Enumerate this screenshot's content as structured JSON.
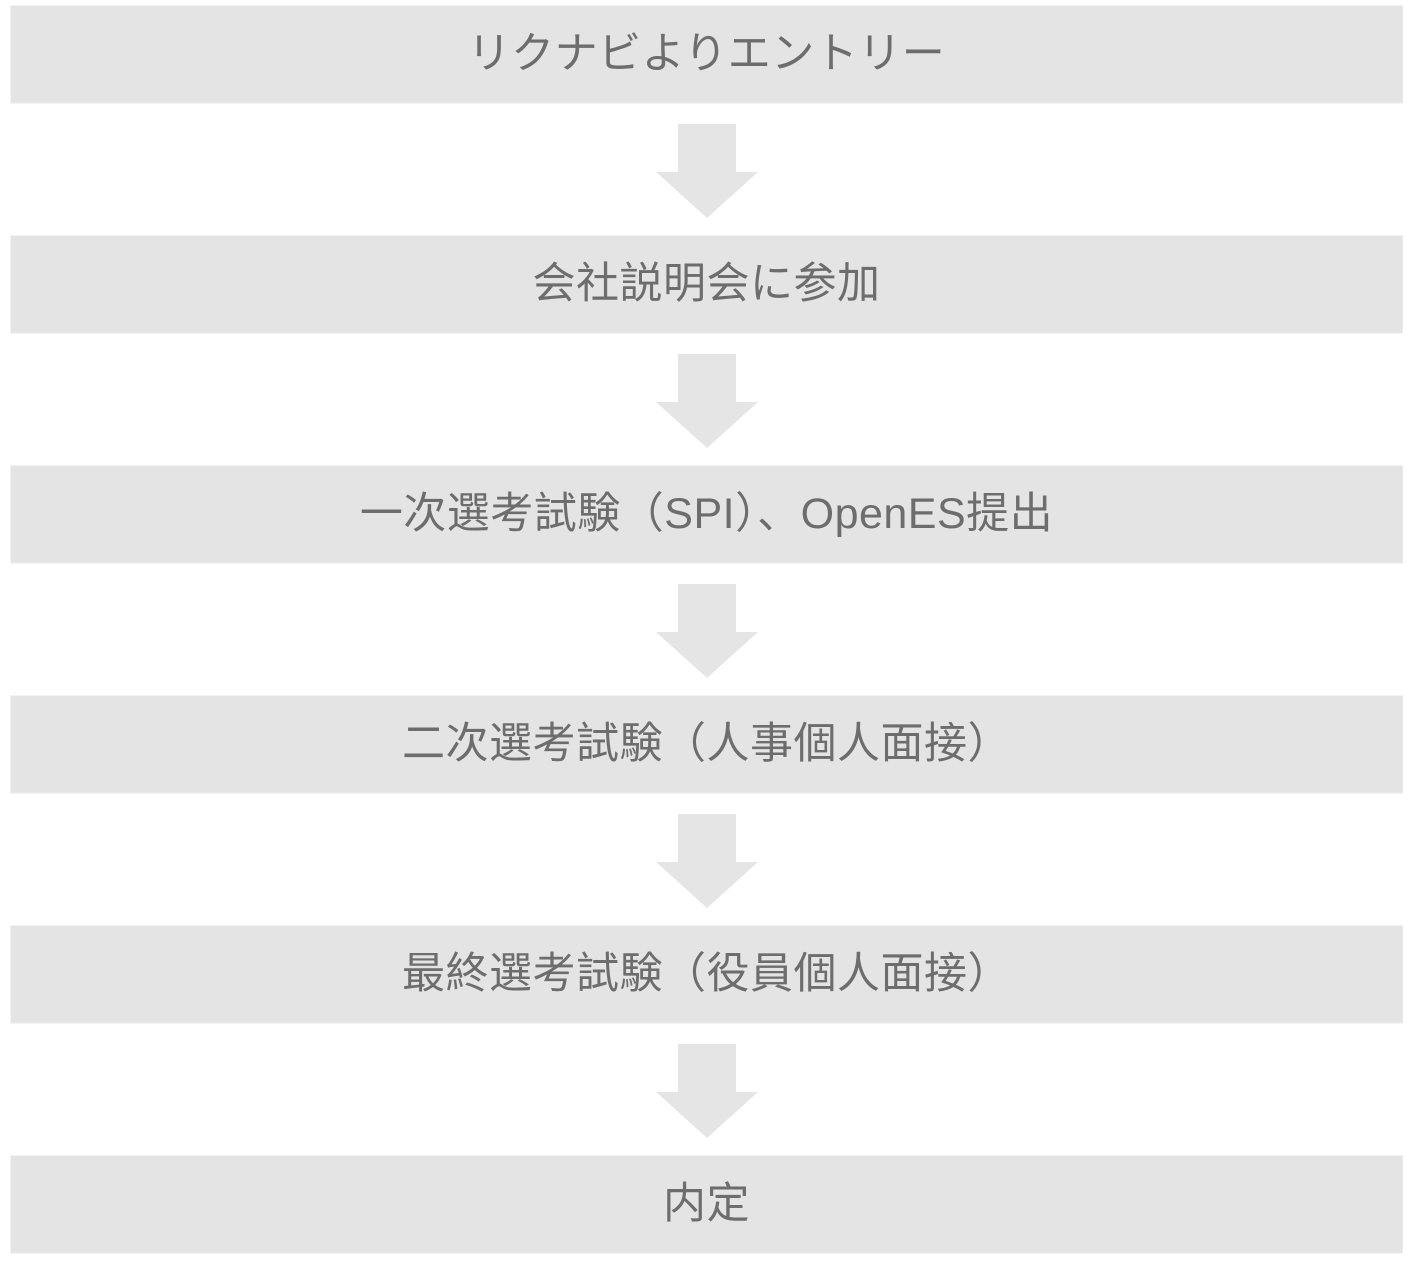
{
  "diagram": {
    "type": "vertical-flowchart",
    "title": "",
    "box_fill_color": "#e4e4e4",
    "arrow_fill_color": "#e5e5e5",
    "text_color": "#6d6d6d",
    "background_color": "#ffffff",
    "steps": [
      {
        "index": 1,
        "label": "リクナビよりエントリー"
      },
      {
        "index": 2,
        "label": "会社説明会に参加"
      },
      {
        "index": 3,
        "label": "一次選考試験（SPI）、OpenES提出"
      },
      {
        "index": 4,
        "label": "二次選考試験（人事個人面接）"
      },
      {
        "index": 5,
        "label": "最終選考試験（役員個人面接）"
      },
      {
        "index": 6,
        "label": "内定"
      }
    ],
    "connectors": [
      {
        "index": 1,
        "icon": "arrow-down-icon",
        "from": 1,
        "to": 2
      },
      {
        "index": 2,
        "icon": "arrow-down-icon",
        "from": 2,
        "to": 3
      },
      {
        "index": 3,
        "icon": "arrow-down-icon",
        "from": 3,
        "to": 4
      },
      {
        "index": 4,
        "icon": "arrow-down-icon",
        "from": 4,
        "to": 5
      },
      {
        "index": 5,
        "icon": "arrow-down-icon",
        "from": 5,
        "to": 6
      }
    ]
  }
}
